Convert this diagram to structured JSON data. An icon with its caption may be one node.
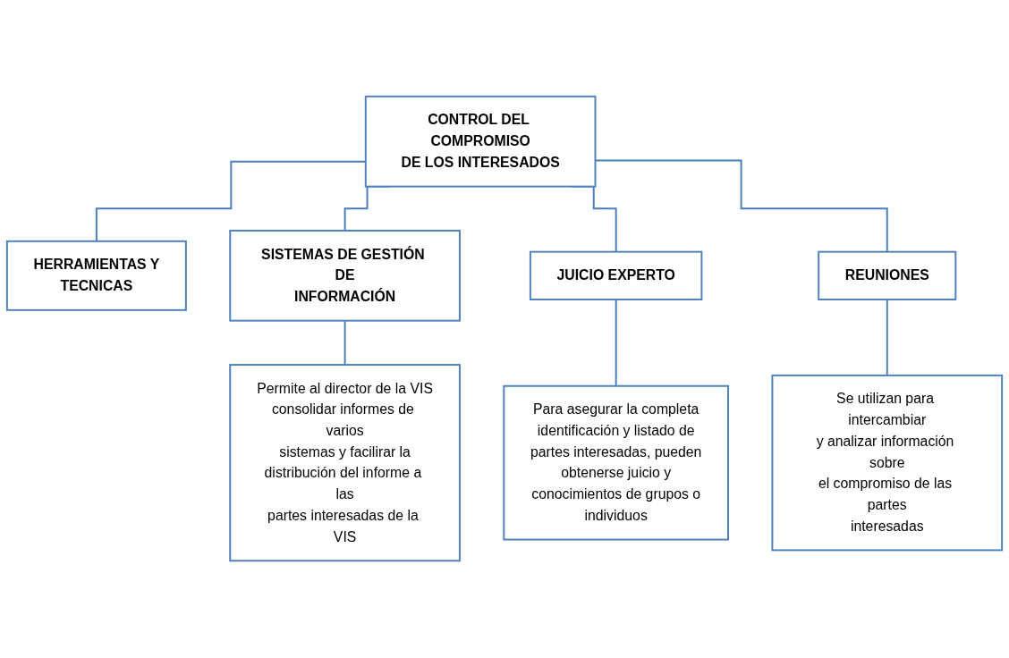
{
  "diagram": {
    "nodes": [
      {
        "text": [
          "CONTROL DEL COMPROMISO DE LOS INTERESADOS"
        ]
      },
      {
        "text": [
          "HERRAMIENTAS Y TECNICAS"
        ]
      },
      {
        "text": [
          "SISTEMAS DE GESTIÓN DE INFORMACIÓN"
        ]
      },
      {
        "text": [
          "JUICIO EXPERTO"
        ]
      },
      {
        "text": [
          "REUNIONES"
        ]
      },
      {
        "text": [
          "Permite al director de la VIS consolidar informes de varios sistemas y facilirar la distribución del informe a las partes interesadas de la VIS"
        ]
      },
      {
        "text": [
          "Para asegurar la completa identificación y listado de partes interesadas, pueden obtenerse juicio y conocimientos de grupos o individuos"
        ]
      },
      {
        "text": [
          "Se utilizan para intercambiar y analizar información sobre el compromiso de las partes interesadas"
        ]
      }
    ],
    "edges": [
      {
        "from": 0,
        "to": 1,
        "arrow": "none"
      },
      {
        "from": 0,
        "to": 2,
        "arrow": "none"
      },
      {
        "from": 0,
        "to": 3,
        "arrow": "none"
      },
      {
        "from": 0,
        "to": 4,
        "arrow": "none"
      },
      {
        "from": 2,
        "to": 5,
        "arrow": "none"
      },
      {
        "from": 3,
        "to": 6,
        "arrow": "none"
      },
      {
        "from": 4,
        "to": 7,
        "arrow": "none"
      }
    ]
  }
}
